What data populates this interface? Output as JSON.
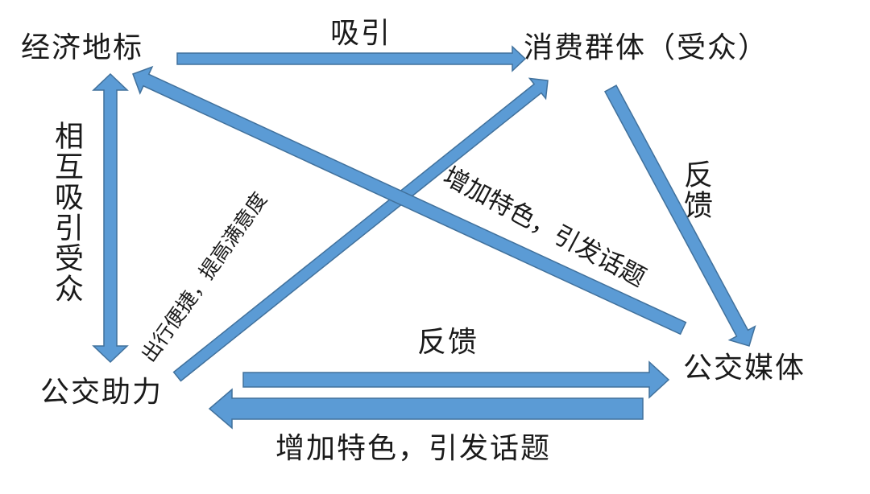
{
  "nodes": {
    "landmark": "经济地标",
    "consumers": "消费群体（受众）",
    "bus_assist": "公交助力",
    "bus_media": "公交媒体"
  },
  "edges": {
    "attract": "吸引",
    "mutual_attract": "相互吸引受众",
    "feedback_right": "反馈",
    "convenience": "出行便捷，提高满意度",
    "features_diag": "增加特色，引发话题",
    "feedback_bottom": "反馈",
    "features_bottom": "增加特色，引发话题"
  },
  "colors": {
    "arrow_fill": "#5b9bd5",
    "arrow_stroke": "#41719c",
    "text": "#1a1a1a"
  }
}
